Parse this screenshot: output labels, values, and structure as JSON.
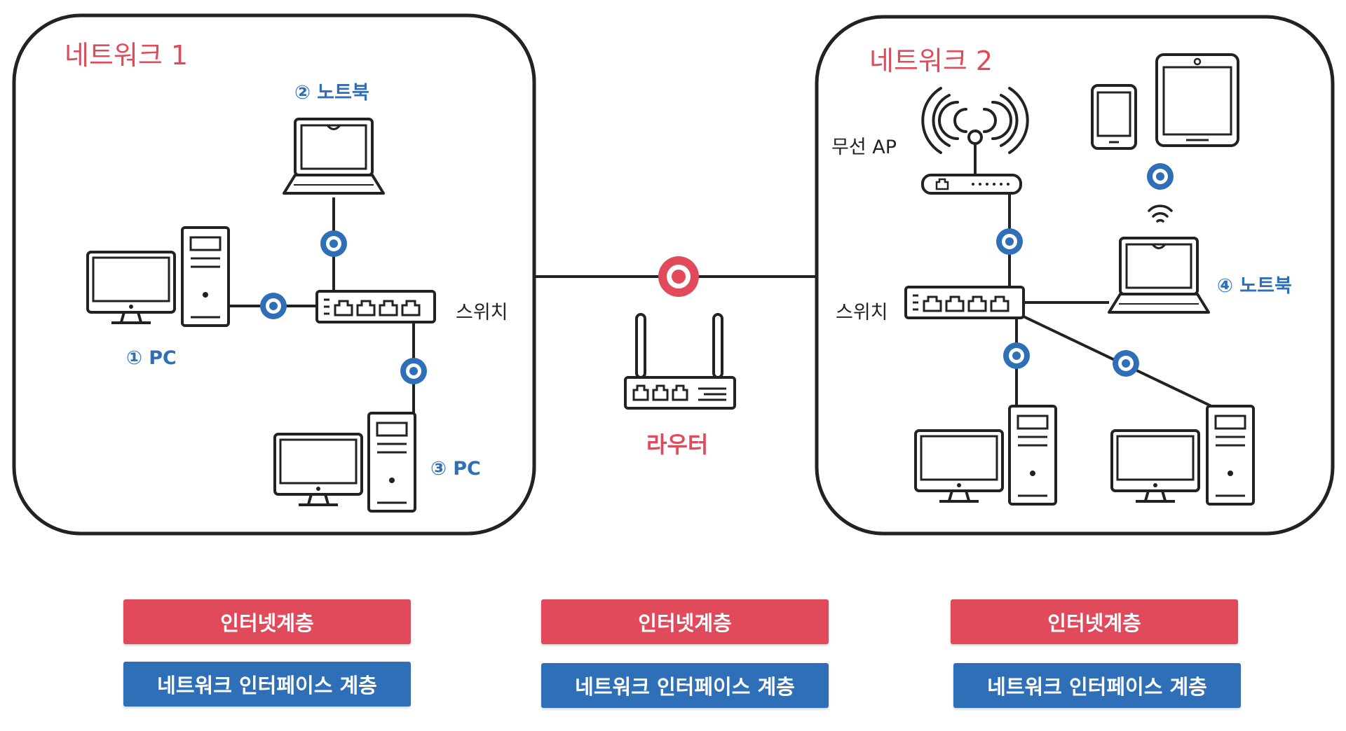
{
  "colors": {
    "accent_red": "#e04a5a",
    "accent_blue": "#2f6fb8",
    "outline": "#222222"
  },
  "network1": {
    "title": "네트워크 1",
    "laptop_label": "② 노트북",
    "pc1_label": "① PC",
    "pc3_label": "③ PC",
    "switch_label": "스위치"
  },
  "router": {
    "label": "라우터"
  },
  "network2": {
    "title": "네트워크 2",
    "ap_label": "무선 AP",
    "switch_label": "스위치",
    "laptop_label": "④ 노트북"
  },
  "layers": [
    {
      "internet": "인터넷계층",
      "network_interface": "네트워크 인터페이스 계층"
    },
    {
      "internet": "인터넷계층",
      "network_interface": "네트워크 인터페이스 계층"
    },
    {
      "internet": "인터넷계층",
      "network_interface": "네트워크 인터페이스 계층"
    }
  ]
}
